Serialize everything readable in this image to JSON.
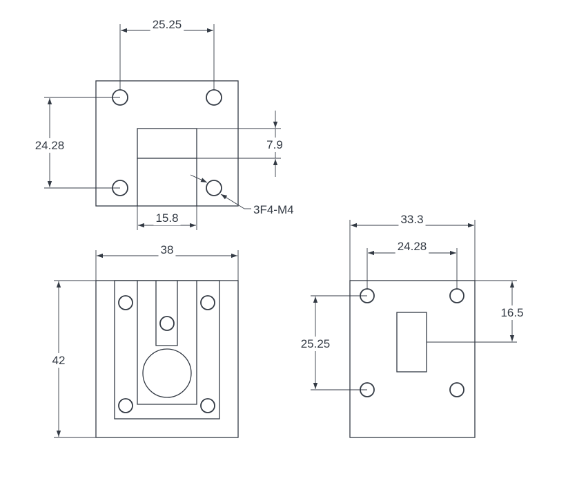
{
  "colors": {
    "line": "#333a44",
    "background": "#ffffff"
  },
  "top_view": {
    "dim_hole_spacing_x": "25.25",
    "dim_hole_spacing_y": "24.28",
    "dim_slot_height": "7.9",
    "dim_slot_width": "15.8",
    "callout_hole_spec": "3F4-M4"
  },
  "front_view": {
    "dim_width": "38",
    "dim_height": "42"
  },
  "side_view": {
    "dim_width": "33.3",
    "dim_hole_spacing_x": "24.28",
    "dim_hole_spacing_y": "25.25",
    "dim_slot_offset": "16.5"
  }
}
